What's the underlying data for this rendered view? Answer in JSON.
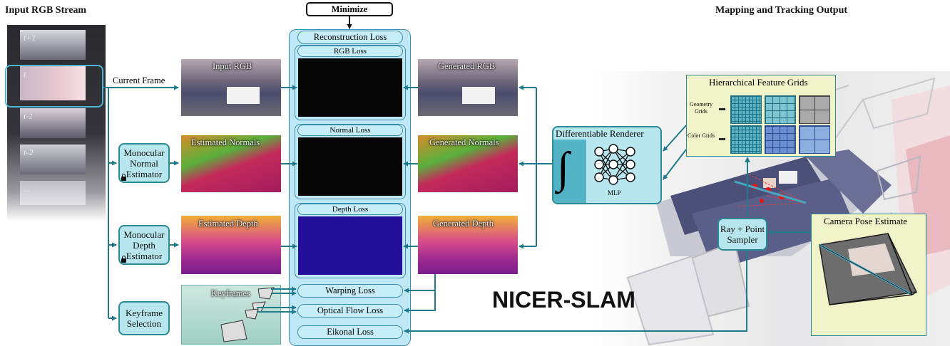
{
  "headers": {
    "input": "Input RGB Stream",
    "output": "Mapping and Tracking Output"
  },
  "minimize": "Minimize",
  "film": {
    "frames": [
      "t+1",
      "t",
      "t-1",
      "t-2",
      "..."
    ]
  },
  "current_frame": "Current Frame",
  "estimators": {
    "normal": "Monocular Normal Estimator",
    "depth": "Monocular Depth Estimator",
    "keyframe": "Keyframe Selection"
  },
  "images": {
    "input_rgb": "Input RGB",
    "est_normals": "Estimated Normals",
    "est_depth": "Estimated Depth",
    "keyframes": "Keyframes",
    "gen_rgb": "Generated RGB",
    "gen_normals": "Generated Normals",
    "gen_depth": "Generated Depth"
  },
  "losses": {
    "reconstruction": "Reconstruction Loss",
    "rgb": "RGB Loss",
    "normal": "Normal Loss",
    "depth": "Depth Loss",
    "warping": "Warping Loss",
    "optical_flow": "Optical Flow Loss",
    "eikonal": "Eikonal Loss"
  },
  "renderer": {
    "title": "Differentiable Renderer",
    "integral": "∫",
    "mlp": "MLP"
  },
  "grids": {
    "title": "Hierarchical Feature Grids",
    "geometry": "Geometry Grids",
    "color": "Color Grids",
    "dots": "..."
  },
  "sampler": "Ray + Point Sampler",
  "camera_pose": "Camera Pose Estimate",
  "brand": "NICER-SLAM",
  "colors": {
    "teal_box": "#b8e6ee",
    "teal_line": "#1f7a8c",
    "loss_fill": "#c7eef8",
    "grid_blue": "#6c8fd0",
    "grid_teal": "#5ab3c4"
  }
}
